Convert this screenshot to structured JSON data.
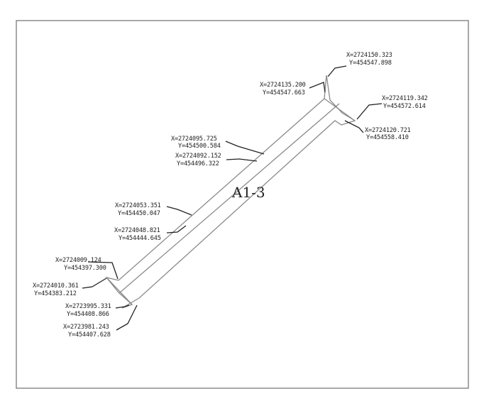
{
  "plot_label": "A1-3",
  "points": [
    {
      "id": "p1",
      "x": "X=2724150.323",
      "y": "Y=454547.898"
    },
    {
      "id": "p2",
      "x": "X=2724135.200",
      "y": "Y=454547.663"
    },
    {
      "id": "p3",
      "x": "X=2724119.342",
      "y": "Y=454572.614"
    },
    {
      "id": "p4",
      "x": "X=2724120.721",
      "y": "Y=454558.410"
    },
    {
      "id": "p5",
      "x": "X=2724095.725",
      "y": "Y=454500.584"
    },
    {
      "id": "p6",
      "x": "X=2724092.152",
      "y": "Y=454496.322"
    },
    {
      "id": "p7",
      "x": "X=2724053.351",
      "y": "Y=454450.047"
    },
    {
      "id": "p8",
      "x": "X=2724048.821",
      "y": "Y=454444.645"
    },
    {
      "id": "p9",
      "x": "X=2724009.124",
      "y": "Y=454397.300"
    },
    {
      "id": "p10",
      "x": "X=2724010.361",
      "y": "Y=454383.212"
    },
    {
      "id": "p11",
      "x": "X=2723995.331",
      "y": "Y=454408.866"
    },
    {
      "id": "p12",
      "x": "X=2723981.243",
      "y": "Y=454407.628"
    }
  ]
}
